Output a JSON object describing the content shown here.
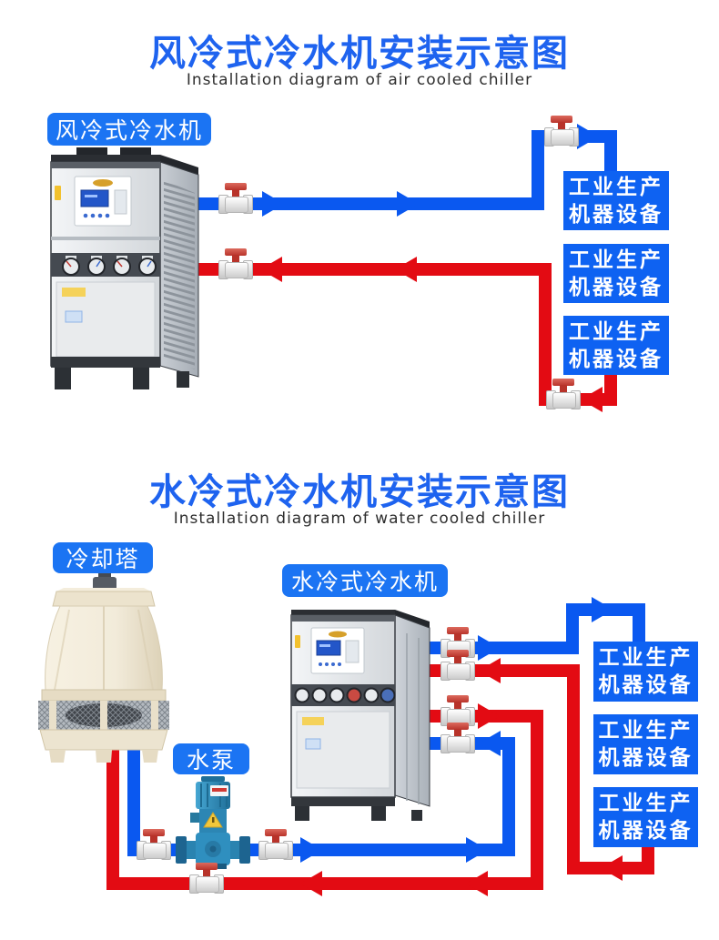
{
  "poster": {
    "background": "#ffffff"
  },
  "colors": {
    "title_blue": "#1E63EF",
    "subtitle_gray": "#2E2E2E",
    "pipe_blue": "#0A58F0",
    "pipe_red": "#E30B13",
    "box_blue": "#0E62F2",
    "chip_blue": "#1B74F3",
    "valve_handle_red": "#B8332A",
    "box_text": "#FFFFFF"
  },
  "sections": [
    {
      "title": "风冷式冷水机安装示意图",
      "subtitle": "Installation diagram of air cooled chiller",
      "machine_label": "风冷式冷水机",
      "equipment_boxes": [
        {
          "line1": "工业生产",
          "line2": "机器设备"
        },
        {
          "line1": "工业生产",
          "line2": "机器设备"
        },
        {
          "line1": "工业生产",
          "line2": "机器设备"
        }
      ]
    },
    {
      "title": "水冷式冷水机安装示意图",
      "subtitle": "Installation diagram of water cooled chiller",
      "machine_label": "水冷式冷水机",
      "tower_label": "冷却塔",
      "pump_label": "水泵",
      "equipment_boxes": [
        {
          "line1": "工业生产",
          "line2": "机器设备"
        },
        {
          "line1": "工业生产",
          "line2": "机器设备"
        },
        {
          "line1": "工业生产",
          "line2": "机器设备"
        }
      ]
    }
  ]
}
